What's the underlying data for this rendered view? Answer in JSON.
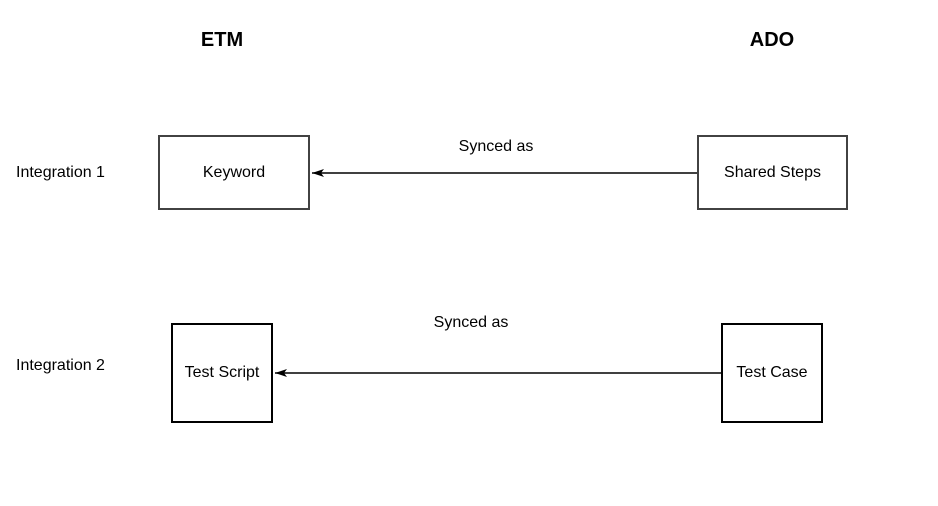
{
  "diagram": {
    "column_headers": {
      "etm": "ETM",
      "ado": "ADO"
    },
    "integrations": [
      {
        "row_label": "Integration 1",
        "etm_box": "Keyword",
        "ado_box": "Shared Steps",
        "arrow_label": "Synced as",
        "arrow_direction": "ado-to-etm"
      },
      {
        "row_label": "Integration 2",
        "etm_box": "Test Script",
        "ado_box": "Test Case",
        "arrow_label": "Synced as",
        "arrow_direction": "ado-to-etm"
      }
    ],
    "colors": {
      "background": "#ffffff",
      "text": "#000000",
      "row1_box_border": "#424242",
      "row2_box_border": "#000000",
      "arrow": "#000000"
    }
  }
}
